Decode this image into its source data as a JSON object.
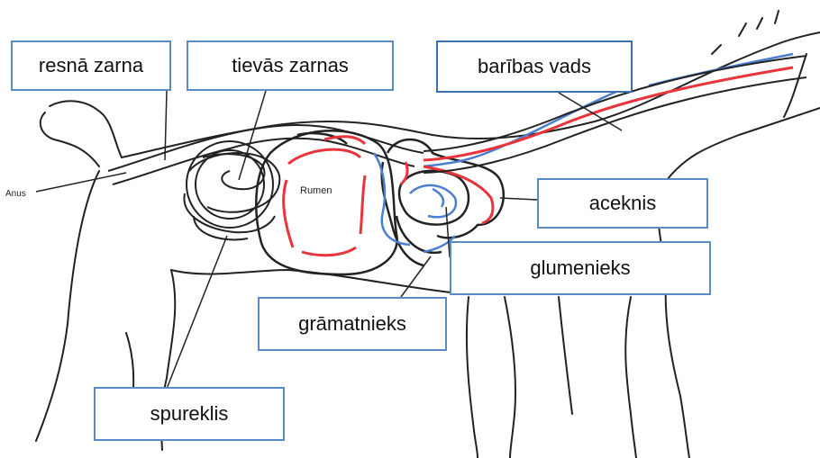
{
  "diagram": {
    "small_labels": {
      "anus": "Anus",
      "rumen": "Rumen"
    },
    "labels": {
      "resna_zarna": "resnā zarna",
      "tievas_zarnas": "tievās zarnas",
      "baribas_vads": "barības vads",
      "aceknis": "aceknis",
      "glumenieks": "glumenieks",
      "gramatnieks": "grāmatnieks",
      "spureklis": "spureklis"
    },
    "colors": {
      "box_border": "#5b8bc4",
      "flow_red": "#e8343b",
      "flow_blue": "#4a7fd0",
      "outline": "#222222"
    }
  }
}
